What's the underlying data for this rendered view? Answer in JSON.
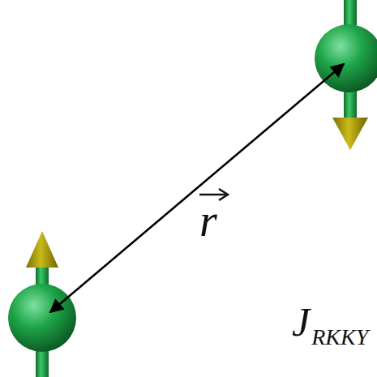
{
  "diagram": {
    "labels": [
      "r",
      "J",
      "RKKY"
    ]
  }
}
